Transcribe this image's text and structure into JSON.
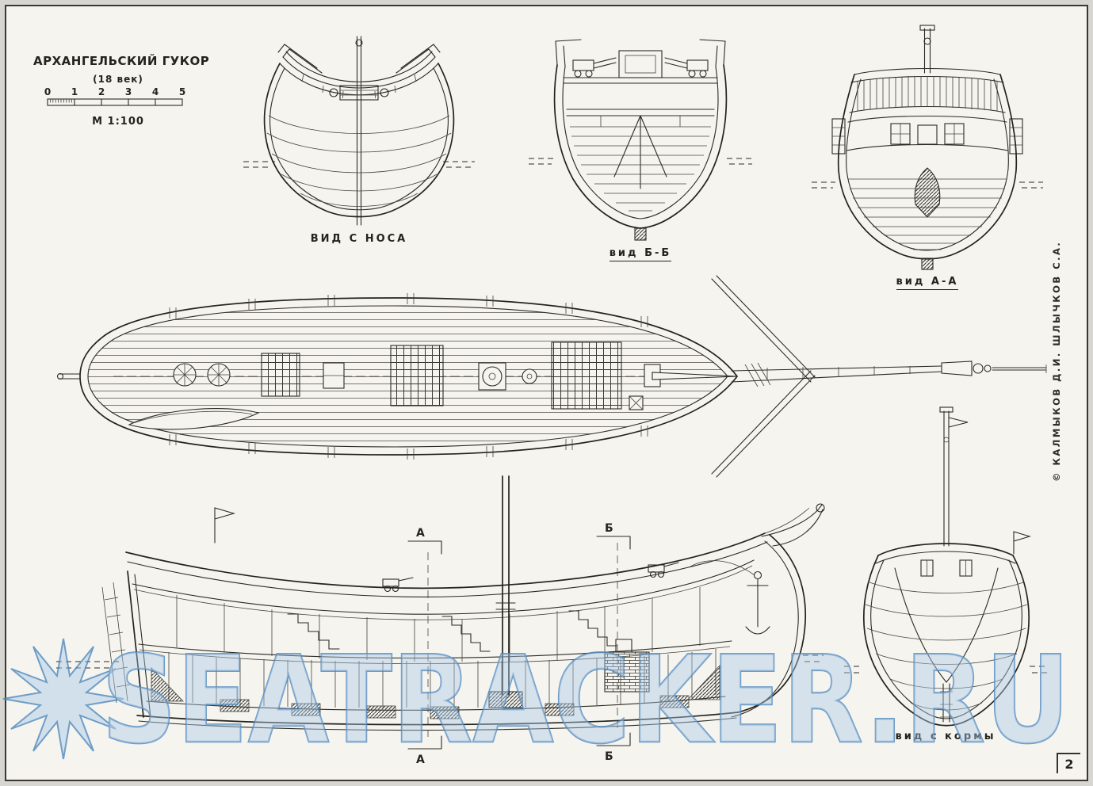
{
  "page": {
    "watermark": "SEATRACKER.RU",
    "page_number": "2",
    "credit": "© КАЛМЫКОВ Д.И.   ШЛЫЧКОВ С.А."
  },
  "title_block": {
    "title": "АРХАНГЕЛЬСКИЙ ГУКОР",
    "subtitle": "(18 век)",
    "scale_label": "М 1:100",
    "scale_ticks": [
      "0",
      "1",
      "2",
      "3",
      "4",
      "5"
    ]
  },
  "views": {
    "bow": {
      "label": "ВИД С НОСА"
    },
    "section_bb": {
      "label": "вид Б-Б"
    },
    "section_aa": {
      "label": "вид А-А"
    },
    "stern": {
      "label": "вид с кормы"
    },
    "side_profile": {
      "marker_a": "А",
      "marker_b": "Б"
    }
  }
}
